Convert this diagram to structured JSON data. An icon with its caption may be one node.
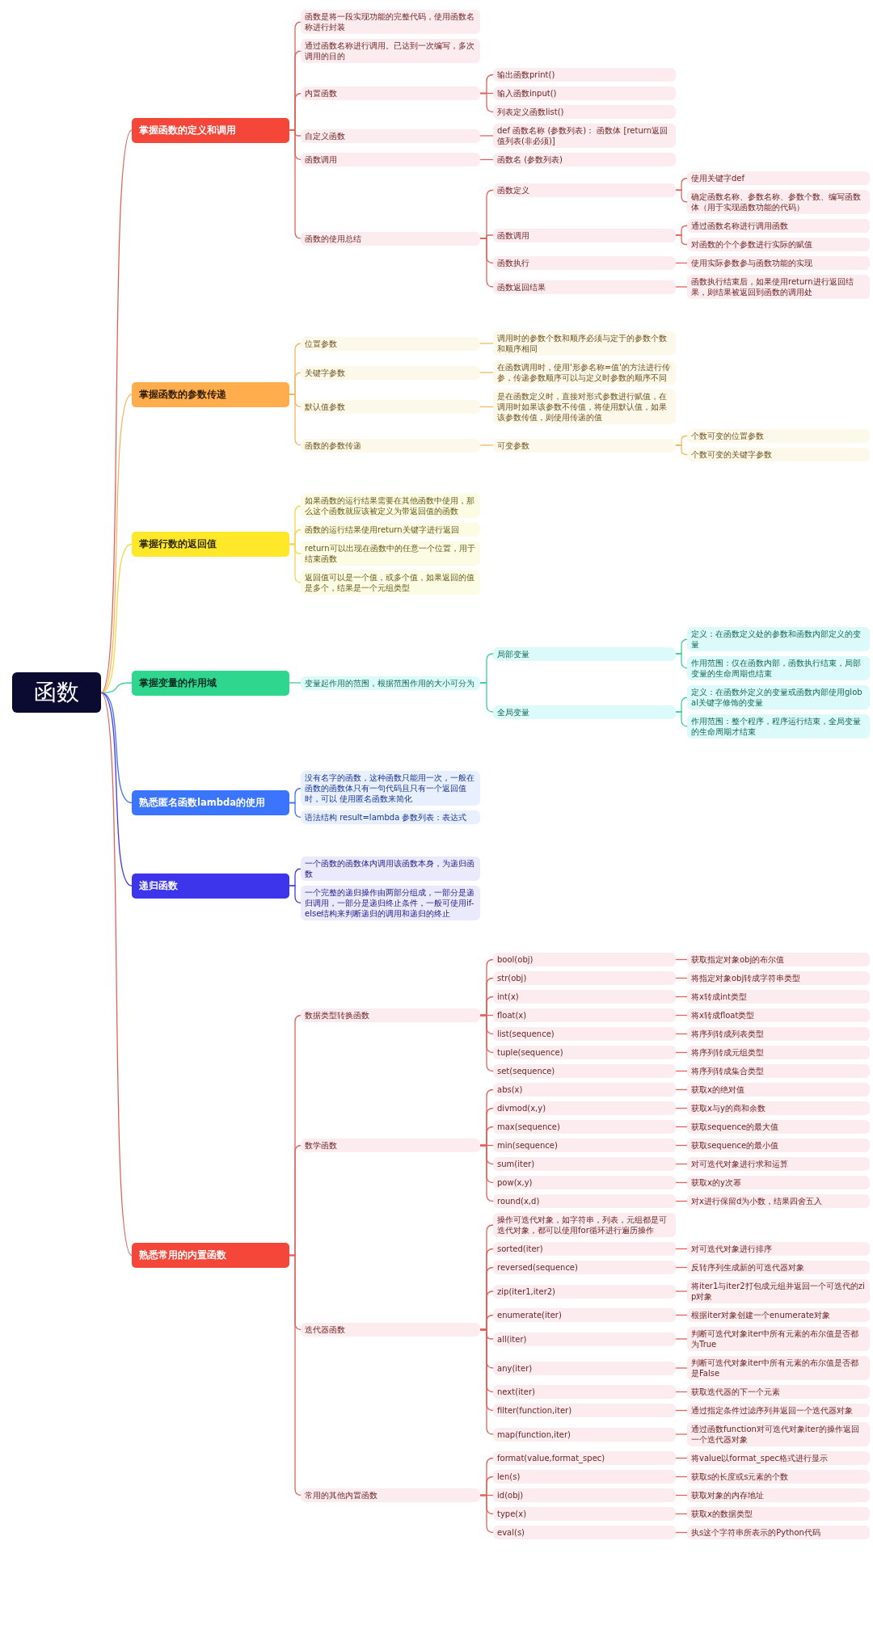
{
  "diagram": {
    "nodes": [
      {
        "text": [
          "函数"
        ]
      },
      {
        "text": [
          "掌握函数的定义和调用"
        ]
      },
      {
        "text": [
          "函数是将一段实现功能的完整代码，使用函数名称进行封装"
        ]
      },
      {
        "text": [
          "通过函数名称进行调用。已达到一次编写，多次调用的目的"
        ]
      },
      {
        "text": [
          "内置函数"
        ]
      },
      {
        "text": [
          "输出函数print()"
        ]
      },
      {
        "text": [
          "输入函数input()"
        ]
      },
      {
        "text": [
          "列表定义函数list()"
        ]
      },
      {
        "text": [
          "自定义函数"
        ]
      },
      {
        "text": [
          "def 函数名称 (参数列表)： 函数体 [return返回值列表(非必须)]"
        ]
      },
      {
        "text": [
          "函数调用"
        ]
      },
      {
        "text": [
          "函数名 (参数列表)"
        ]
      },
      {
        "text": [
          "函数的使用总结"
        ]
      },
      {
        "text": [
          "函数定义"
        ]
      },
      {
        "text": [
          "使用关键字def"
        ]
      },
      {
        "text": [
          "确定函数名称、参数名称、参数个数、编写函数体（用于实现函数功能的代码）"
        ]
      },
      {
        "text": [
          "函数调用"
        ]
      },
      {
        "text": [
          "通过函数名称进行调用函数"
        ]
      },
      {
        "text": [
          "对函数的个个参数进行实际的赋值"
        ]
      },
      {
        "text": [
          "函数执行"
        ]
      },
      {
        "text": [
          "使用实际参数参与函数功能的实现"
        ]
      },
      {
        "text": [
          "函数返回结果"
        ]
      },
      {
        "text": [
          "函数执行结束后，如果使用return进行返回结果，则结果被返回到函数的调用处"
        ]
      },
      {
        "text": [
          "掌握函数的参数传递"
        ]
      },
      {
        "text": [
          "位置参数"
        ]
      },
      {
        "text": [
          "调用时的参数个数和顺序必须与定于的参数个数和顺序相同"
        ]
      },
      {
        "text": [
          "关键字参数"
        ]
      },
      {
        "text": [
          "在函数调用时，使用'形参名称=值'的方法进行传参，传递参数顺序可以与定义时参数的顺序不同"
        ]
      },
      {
        "text": [
          "默认值参数"
        ]
      },
      {
        "text": [
          "是在函数定义时，直接对形式参数进行赋值，在调用时如果该参数不传值，将使用默认值，如果该参数传值，则使用传递的值"
        ]
      },
      {
        "text": [
          "函数的参数传递"
        ]
      },
      {
        "text": [
          "可变参数"
        ]
      },
      {
        "text": [
          "个数可变的位置参数"
        ]
      },
      {
        "text": [
          "个数可变的关键字参数"
        ]
      },
      {
        "text": [
          "掌握行数的返回值"
        ]
      },
      {
        "text": [
          "如果函数的运行结果需要在其他函数中使用，那么这个函数就应该被定义为带返回值的函数"
        ]
      },
      {
        "text": [
          "函数的运行结果使用return关键字进行返回"
        ]
      },
      {
        "text": [
          "return可以出现在函数中的任意一个位置，用于结束函数"
        ]
      },
      {
        "text": [
          "返回值可以是一个值，或多个值，如果返回的值是多个，结果是一个元组类型"
        ]
      },
      {
        "text": [
          "掌握变量的作用域"
        ]
      },
      {
        "text": [
          "变量起作用的范围，根据范围作用的大小可分为"
        ]
      },
      {
        "text": [
          "局部变量"
        ]
      },
      {
        "text": [
          "定义：在函数定义处的参数和函数内部定义的变量"
        ]
      },
      {
        "text": [
          "作用范围：仅在函数内部，函数执行结束，局部变量的生命周期也结束"
        ]
      },
      {
        "text": [
          "全局变量"
        ]
      },
      {
        "text": [
          "定义：在函数外定义的变量或函数内部使用global关键字修饰的变量"
        ]
      },
      {
        "text": [
          "作用范围：整个程序，程序运行结束，全局变量的生命周期才结束"
        ]
      },
      {
        "text": [
          "熟悉匿名函数lambda的使用"
        ]
      },
      {
        "text": [
          "没有名字的函数，这种函数只能用一次，一般在函数的函数体只有一句代码且只有一个返回值时，可以 使用匿名函数来简化"
        ]
      },
      {
        "text": [
          "语法结构 result=lambda 参数列表：表达式"
        ]
      },
      {
        "text": [
          "递归函数"
        ]
      },
      {
        "text": [
          "一个函数的函数体内调用该函数本身，为递归函数"
        ]
      },
      {
        "text": [
          "一个完整的递归操作由两部分组成，一部分是递归调用，一部分是递归终止条件，一般可使用if-else结构来判断递归的调用和递归的终止"
        ]
      },
      {
        "text": [
          "熟悉常用的内置函数"
        ]
      },
      {
        "text": [
          "数据类型转换函数"
        ]
      },
      {
        "text": [
          "bool(obj)"
        ]
      },
      {
        "text": [
          "获取指定对象obj的布尔值"
        ]
      },
      {
        "text": [
          "str(obj)"
        ]
      },
      {
        "text": [
          "将指定对象obj转成字符串类型"
        ]
      },
      {
        "text": [
          "int(x)"
        ]
      },
      {
        "text": [
          "将x转成int类型"
        ]
      },
      {
        "text": [
          "float(x)"
        ]
      },
      {
        "text": [
          "将x转成float类型"
        ]
      },
      {
        "text": [
          "list(sequence)"
        ]
      },
      {
        "text": [
          "将序列转成列表类型"
        ]
      },
      {
        "text": [
          "tuple(sequence)"
        ]
      },
      {
        "text": [
          "将序列转成元组类型"
        ]
      },
      {
        "text": [
          "set(sequence)"
        ]
      },
      {
        "text": [
          "将序列转成集合类型"
        ]
      },
      {
        "text": [
          "数学函数"
        ]
      },
      {
        "text": [
          "abs(x)"
        ]
      },
      {
        "text": [
          "获取x的绝对值"
        ]
      },
      {
        "text": [
          "divmod(x,y)"
        ]
      },
      {
        "text": [
          "获取x与y的商和余数"
        ]
      },
      {
        "text": [
          "max(sequence)"
        ]
      },
      {
        "text": [
          "获取sequence的最大值"
        ]
      },
      {
        "text": [
          "min(sequence)"
        ]
      },
      {
        "text": [
          "获取sequence的最小值"
        ]
      },
      {
        "text": [
          "sum(iter)"
        ]
      },
      {
        "text": [
          "对可迭代对象进行求和运算"
        ]
      },
      {
        "text": [
          "pow(x,y)"
        ]
      },
      {
        "text": [
          "获取x的y次幂"
        ]
      },
      {
        "text": [
          "round(x,d)"
        ]
      },
      {
        "text": [
          "对x进行保留d为小数，结果四舍五入"
        ]
      },
      {
        "text": [
          "迭代器函数"
        ]
      },
      {
        "text": [
          "操作可迭代对象，如字符串，列表，元组都是可迭代对象，都可以使用for循环进行遍历操作"
        ]
      },
      {
        "text": [
          "sorted(iter)"
        ]
      },
      {
        "text": [
          "对可迭代对象进行排序"
        ]
      },
      {
        "text": [
          "reversed(sequence)"
        ]
      },
      {
        "text": [
          "反转序列生成新的可迭代器对象"
        ]
      },
      {
        "text": [
          "zip(iter1,iter2)"
        ]
      },
      {
        "text": [
          "将iter1与iter2打包成元组并返回一个可迭代的zip对象"
        ]
      },
      {
        "text": [
          "enumerate(iter)"
        ]
      },
      {
        "text": [
          "根据iter对象创建一个enumerate对象"
        ]
      },
      {
        "text": [
          "all(iter)"
        ]
      },
      {
        "text": [
          "判断可迭代对象iter中所有元素的布尔值是否都为True"
        ]
      },
      {
        "text": [
          "any(iter)"
        ]
      },
      {
        "text": [
          "判断可迭代对象iter中所有元素的布尔值是否都是False"
        ]
      },
      {
        "text": [
          "next(iter)"
        ]
      },
      {
        "text": [
          "获取迭代器的下一个元素"
        ]
      },
      {
        "text": [
          "filter(function,iter)"
        ]
      },
      {
        "text": [
          "通过指定条件过滤序列并返回一个迭代器对象"
        ]
      },
      {
        "text": [
          "map(function,iter)"
        ]
      },
      {
        "text": [
          "通过函数function对可迭代对象iter的操作返回一个迭代器对象"
        ]
      },
      {
        "text": [
          "常用的其他内置函数"
        ]
      },
      {
        "text": [
          "format(value,format_spec)"
        ]
      },
      {
        "text": [
          "将value以format_spec格式进行显示"
        ]
      },
      {
        "text": [
          "len(s)"
        ]
      },
      {
        "text": [
          "获取s的长度或s元素的个数"
        ]
      },
      {
        "text": [
          "id(obj)"
        ]
      },
      {
        "text": [
          "获取对象的内存地址"
        ]
      },
      {
        "text": [
          "type(x)"
        ]
      },
      {
        "text": [
          "获取x的数据类型"
        ]
      },
      {
        "text": [
          "eval(s)"
        ]
      },
      {
        "text": [
          "执s这个字符串所表示的Python代码"
        ]
      }
    ],
    "edges": [
      {
        "from": 0,
        "to": 1,
        "arrow": "none"
      },
      {
        "from": 0,
        "to": 23,
        "arrow": "none",
        "color": "#f7b55e"
      },
      {
        "from": 0,
        "to": 34,
        "arrow": "none",
        "color": "#f1d84a"
      },
      {
        "from": 0,
        "to": 39,
        "arrow": "none",
        "color": "#3ccf9a"
      },
      {
        "from": 0,
        "to": 47,
        "arrow": "none",
        "color": "#4070f5"
      },
      {
        "from": 0,
        "to": 50,
        "arrow": "none",
        "color": "#4538e6"
      },
      {
        "from": 0,
        "to": 53,
        "arrow": "none"
      },
      {
        "from": 1,
        "to": 2,
        "arrow": "none"
      },
      {
        "from": 1,
        "to": 3,
        "arrow": "none"
      },
      {
        "from": 1,
        "to": 4,
        "arrow": "none"
      },
      {
        "from": 4,
        "to": 5,
        "arrow": "none"
      },
      {
        "from": 4,
        "to": 6,
        "arrow": "none"
      },
      {
        "from": 4,
        "to": 7,
        "arrow": "none"
      },
      {
        "from": 1,
        "to": 8,
        "arrow": "none"
      },
      {
        "from": 8,
        "to": 9,
        "arrow": "none"
      },
      {
        "from": 1,
        "to": 10,
        "arrow": "none"
      },
      {
        "from": 10,
        "to": 11,
        "arrow": "none"
      },
      {
        "from": 1,
        "to": 12,
        "arrow": "none"
      },
      {
        "from": 12,
        "to": 13,
        "arrow": "none"
      },
      {
        "from": 13,
        "to": 14,
        "arrow": "none"
      },
      {
        "from": 13,
        "to": 15,
        "arrow": "none"
      },
      {
        "from": 12,
        "to": 16,
        "arrow": "none"
      },
      {
        "from": 16,
        "to": 17,
        "arrow": "none"
      },
      {
        "from": 16,
        "to": 18,
        "arrow": "none"
      },
      {
        "from": 12,
        "to": 19,
        "arrow": "none"
      },
      {
        "from": 19,
        "to": 20,
        "arrow": "none"
      },
      {
        "from": 12,
        "to": 21,
        "arrow": "none"
      },
      {
        "from": 21,
        "to": 22,
        "arrow": "none"
      },
      {
        "from": 23,
        "to": 24,
        "arrow": "none",
        "color": "#f7b55e"
      },
      {
        "from": 24,
        "to": 25,
        "arrow": "none",
        "color": "#f7b55e"
      },
      {
        "from": 23,
        "to": 26,
        "arrow": "none",
        "color": "#f7b55e"
      },
      {
        "from": 26,
        "to": 27,
        "arrow": "none",
        "color": "#f7b55e"
      },
      {
        "from": 23,
        "to": 28,
        "arrow": "none",
        "color": "#f7b55e"
      },
      {
        "from": 28,
        "to": 29,
        "arrow": "none",
        "color": "#f7b55e"
      },
      {
        "from": 23,
        "to": 30,
        "arrow": "none",
        "color": "#f7b55e"
      },
      {
        "from": 30,
        "to": 31,
        "arrow": "none",
        "color": "#f7b55e"
      },
      {
        "from": 31,
        "to": 32,
        "arrow": "none",
        "color": "#f7b55e"
      },
      {
        "from": 31,
        "to": 33,
        "arrow": "none",
        "color": "#f7b55e"
      },
      {
        "from": 34,
        "to": 35,
        "arrow": "none",
        "color": "#f1d84a"
      },
      {
        "from": 34,
        "to": 36,
        "arrow": "none",
        "color": "#f1d84a"
      },
      {
        "from": 34,
        "to": 37,
        "arrow": "none",
        "color": "#f1d84a"
      },
      {
        "from": 34,
        "to": 38,
        "arrow": "none",
        "color": "#f1d84a"
      },
      {
        "from": 39,
        "to": 40,
        "arrow": "none",
        "color": "#3ccf9a"
      },
      {
        "from": 40,
        "to": 41,
        "arrow": "none",
        "color": "#3ccf9a"
      },
      {
        "from": 41,
        "to": 42,
        "arrow": "none",
        "color": "#3ccf9a"
      },
      {
        "from": 41,
        "to": 43,
        "arrow": "none",
        "color": "#3ccf9a"
      },
      {
        "from": 40,
        "to": 44,
        "arrow": "none",
        "color": "#3ccf9a"
      },
      {
        "from": 44,
        "to": 45,
        "arrow": "none",
        "color": "#3ccf9a"
      },
      {
        "from": 44,
        "to": 46,
        "arrow": "none",
        "color": "#3ccf9a"
      },
      {
        "from": 47,
        "to": 48,
        "arrow": "none",
        "color": "#4070f5"
      },
      {
        "from": 47,
        "to": 49,
        "arrow": "none",
        "color": "#4070f5"
      },
      {
        "from": 50,
        "to": 51,
        "arrow": "none",
        "color": "#4538e6"
      },
      {
        "from": 50,
        "to": 52,
        "arrow": "none",
        "color": "#4538e6"
      },
      {
        "from": 53,
        "to": 54,
        "arrow": "none"
      },
      {
        "from": 54,
        "to": 55,
        "arrow": "none"
      },
      {
        "from": 55,
        "to": 56,
        "arrow": "none"
      },
      {
        "from": 54,
        "to": 57,
        "arrow": "none"
      },
      {
        "from": 57,
        "to": 58,
        "arrow": "none"
      },
      {
        "from": 54,
        "to": 59,
        "arrow": "none"
      },
      {
        "from": 59,
        "to": 60,
        "arrow": "none"
      },
      {
        "from": 54,
        "to": 61,
        "arrow": "none"
      },
      {
        "from": 61,
        "to": 62,
        "arrow": "none"
      },
      {
        "from": 54,
        "to": 63,
        "arrow": "none"
      },
      {
        "from": 63,
        "to": 64,
        "arrow": "none"
      },
      {
        "from": 54,
        "to": 65,
        "arrow": "none"
      },
      {
        "from": 65,
        "to": 66,
        "arrow": "none"
      },
      {
        "from": 54,
        "to": 67,
        "arrow": "none"
      },
      {
        "from": 67,
        "to": 68,
        "arrow": "none"
      },
      {
        "from": 53,
        "to": 69,
        "arrow": "none"
      },
      {
        "from": 69,
        "to": 70,
        "arrow": "none"
      },
      {
        "from": 70,
        "to": 71,
        "arrow": "none"
      },
      {
        "from": 69,
        "to": 72,
        "arrow": "none"
      },
      {
        "from": 72,
        "to": 73,
        "arrow": "none"
      },
      {
        "from": 69,
        "to": 74,
        "arrow": "none"
      },
      {
        "from": 74,
        "to": 75,
        "arrow": "none"
      },
      {
        "from": 69,
        "to": 76,
        "arrow": "none"
      },
      {
        "from": 76,
        "to": 77,
        "arrow": "none"
      },
      {
        "from": 69,
        "to": 78,
        "arrow": "none"
      },
      {
        "from": 78,
        "to": 79,
        "arrow": "none"
      },
      {
        "from": 69,
        "to": 80,
        "arrow": "none"
      },
      {
        "from": 80,
        "to": 81,
        "arrow": "none"
      },
      {
        "from": 69,
        "to": 82,
        "arrow": "none"
      },
      {
        "from": 82,
        "to": 83,
        "arrow": "none"
      },
      {
        "from": 53,
        "to": 84,
        "arrow": "none"
      },
      {
        "from": 84,
        "to": 85,
        "arrow": "none"
      },
      {
        "from": 84,
        "to": 86,
        "arrow": "none"
      },
      {
        "from": 86,
        "to": 87,
        "arrow": "none"
      },
      {
        "from": 84,
        "to": 88,
        "arrow": "none"
      },
      {
        "from": 88,
        "to": 89,
        "arrow": "none"
      },
      {
        "from": 84,
        "to": 90,
        "arrow": "none"
      },
      {
        "from": 90,
        "to": 91,
        "arrow": "none"
      },
      {
        "from": 84,
        "to": 92,
        "arrow": "none"
      },
      {
        "from": 92,
        "to": 93,
        "arrow": "none"
      },
      {
        "from": 84,
        "to": 94,
        "arrow": "none"
      },
      {
        "from": 94,
        "to": 95,
        "arrow": "none"
      },
      {
        "from": 84,
        "to": 96,
        "arrow": "none"
      },
      {
        "from": 96,
        "to": 97,
        "arrow": "none"
      },
      {
        "from": 84,
        "to": 98,
        "arrow": "none"
      },
      {
        "from": 98,
        "to": 99,
        "arrow": "none"
      },
      {
        "from": 84,
        "to": 100,
        "arrow": "none"
      },
      {
        "from": 100,
        "to": 101,
        "arrow": "none"
      },
      {
        "from": 84,
        "to": 102,
        "arrow": "none"
      },
      {
        "from": 102,
        "to": 103,
        "arrow": "none"
      },
      {
        "from": 53,
        "to": 104,
        "arrow": "none"
      },
      {
        "from": 104,
        "to": 105,
        "arrow": "none"
      },
      {
        "from": 105,
        "to": 106,
        "arrow": "none"
      },
      {
        "from": 104,
        "to": 107,
        "arrow": "none"
      },
      {
        "from": 107,
        "to": 108,
        "arrow": "none"
      },
      {
        "from": 104,
        "to": 109,
        "arrow": "none"
      },
      {
        "from": 109,
        "to": 110,
        "arrow": "none"
      },
      {
        "from": 104,
        "to": 111,
        "arrow": "none"
      },
      {
        "from": 111,
        "to": 112,
        "arrow": "none"
      },
      {
        "from": 104,
        "to": 113,
        "arrow": "none"
      },
      {
        "from": 113,
        "to": 114,
        "arrow": "none"
      }
    ]
  }
}
